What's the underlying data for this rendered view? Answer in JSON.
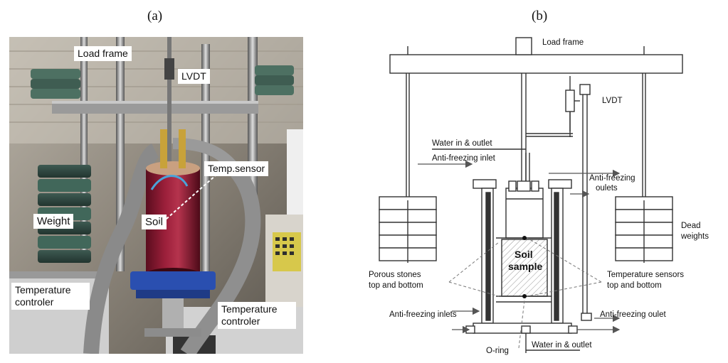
{
  "panels": {
    "a_label": "(a)",
    "b_label": "(b)"
  },
  "photo": {
    "load_frame": "Load frame",
    "lvdt": "LVDT",
    "temp_sensor": "Temp.sensor",
    "weight": "Weight",
    "soil": "Soil",
    "temp_controller_left": "Temperature controler",
    "temp_controller_right": "Temperature controler"
  },
  "schematic": {
    "load_frame": "Load frame",
    "lvdt": "LVDT",
    "water_top": "Water in & outlet",
    "anti_freezing_inlet": "Anti-freezing inlet",
    "anti_freezing_oulets": [
      "Anti-freezing",
      "oulets"
    ],
    "dead_weights": [
      "Dead",
      "weights"
    ],
    "soil_sample": [
      "Soil",
      "sample"
    ],
    "porous_stones": [
      "Porous stones",
      "top and bottom"
    ],
    "temperature_sensors": [
      "Temperature sensors",
      "top and bottom"
    ],
    "anti_freezing_inlets": "Anti-freezing inlets",
    "anti_freezing_oulet": "Anti-freezing oulet",
    "o_ring": "O-ring",
    "water_bottom": "Water in & outlet"
  }
}
